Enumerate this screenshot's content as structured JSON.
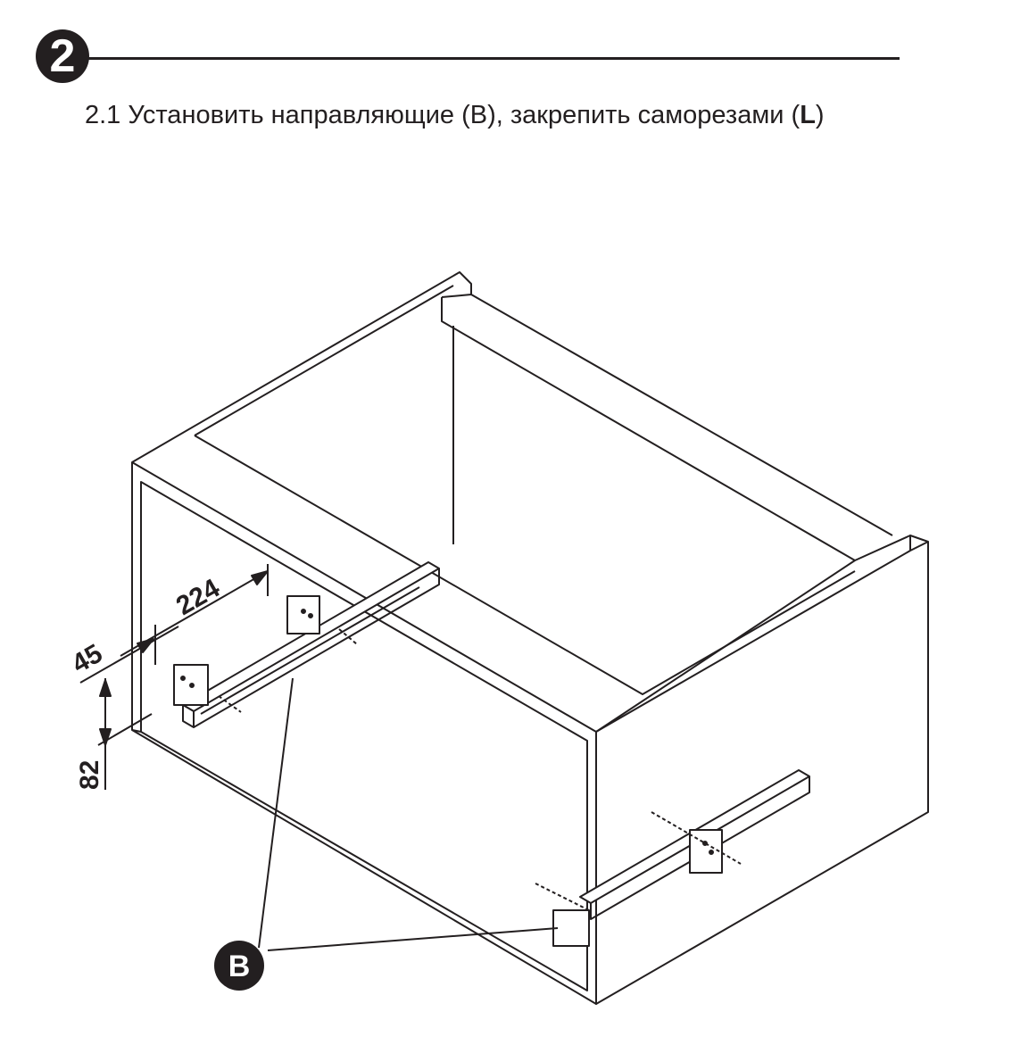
{
  "step": {
    "number": "2"
  },
  "instruction": {
    "prefix": "2.1 Установить направляющие (B), закрепить саморезами (",
    "bold": "L",
    "suffix": ")"
  },
  "dimensions": {
    "d224": "224",
    "d45": "45",
    "d82": "82"
  },
  "callout": {
    "label": "B"
  },
  "colors": {
    "ink": "#231f20",
    "background": "#ffffff"
  }
}
